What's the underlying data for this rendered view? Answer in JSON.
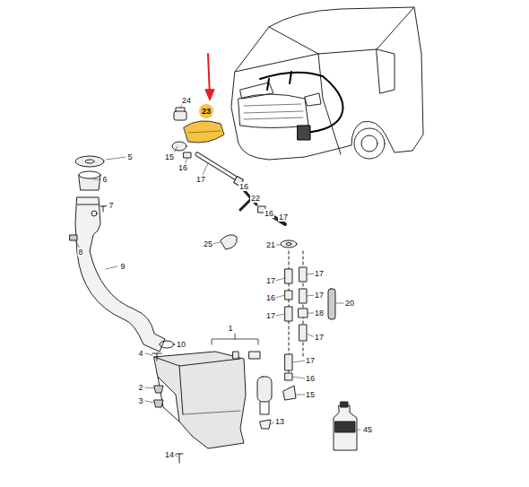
{
  "diagram": {
    "nodes": [
      {
        "text": [
          "23"
        ]
      }
    ],
    "labels": [
      "24",
      "5",
      "15",
      "16",
      "17",
      "6",
      "7",
      "16",
      "22",
      "16",
      "17",
      "8",
      "25",
      "21",
      "17",
      "9",
      "17",
      "16",
      "17",
      "20",
      "18",
      "17",
      "17",
      "10",
      "1",
      "4",
      "17",
      "2",
      "16",
      "3",
      "15",
      "13",
      "45",
      "14"
    ]
  }
}
